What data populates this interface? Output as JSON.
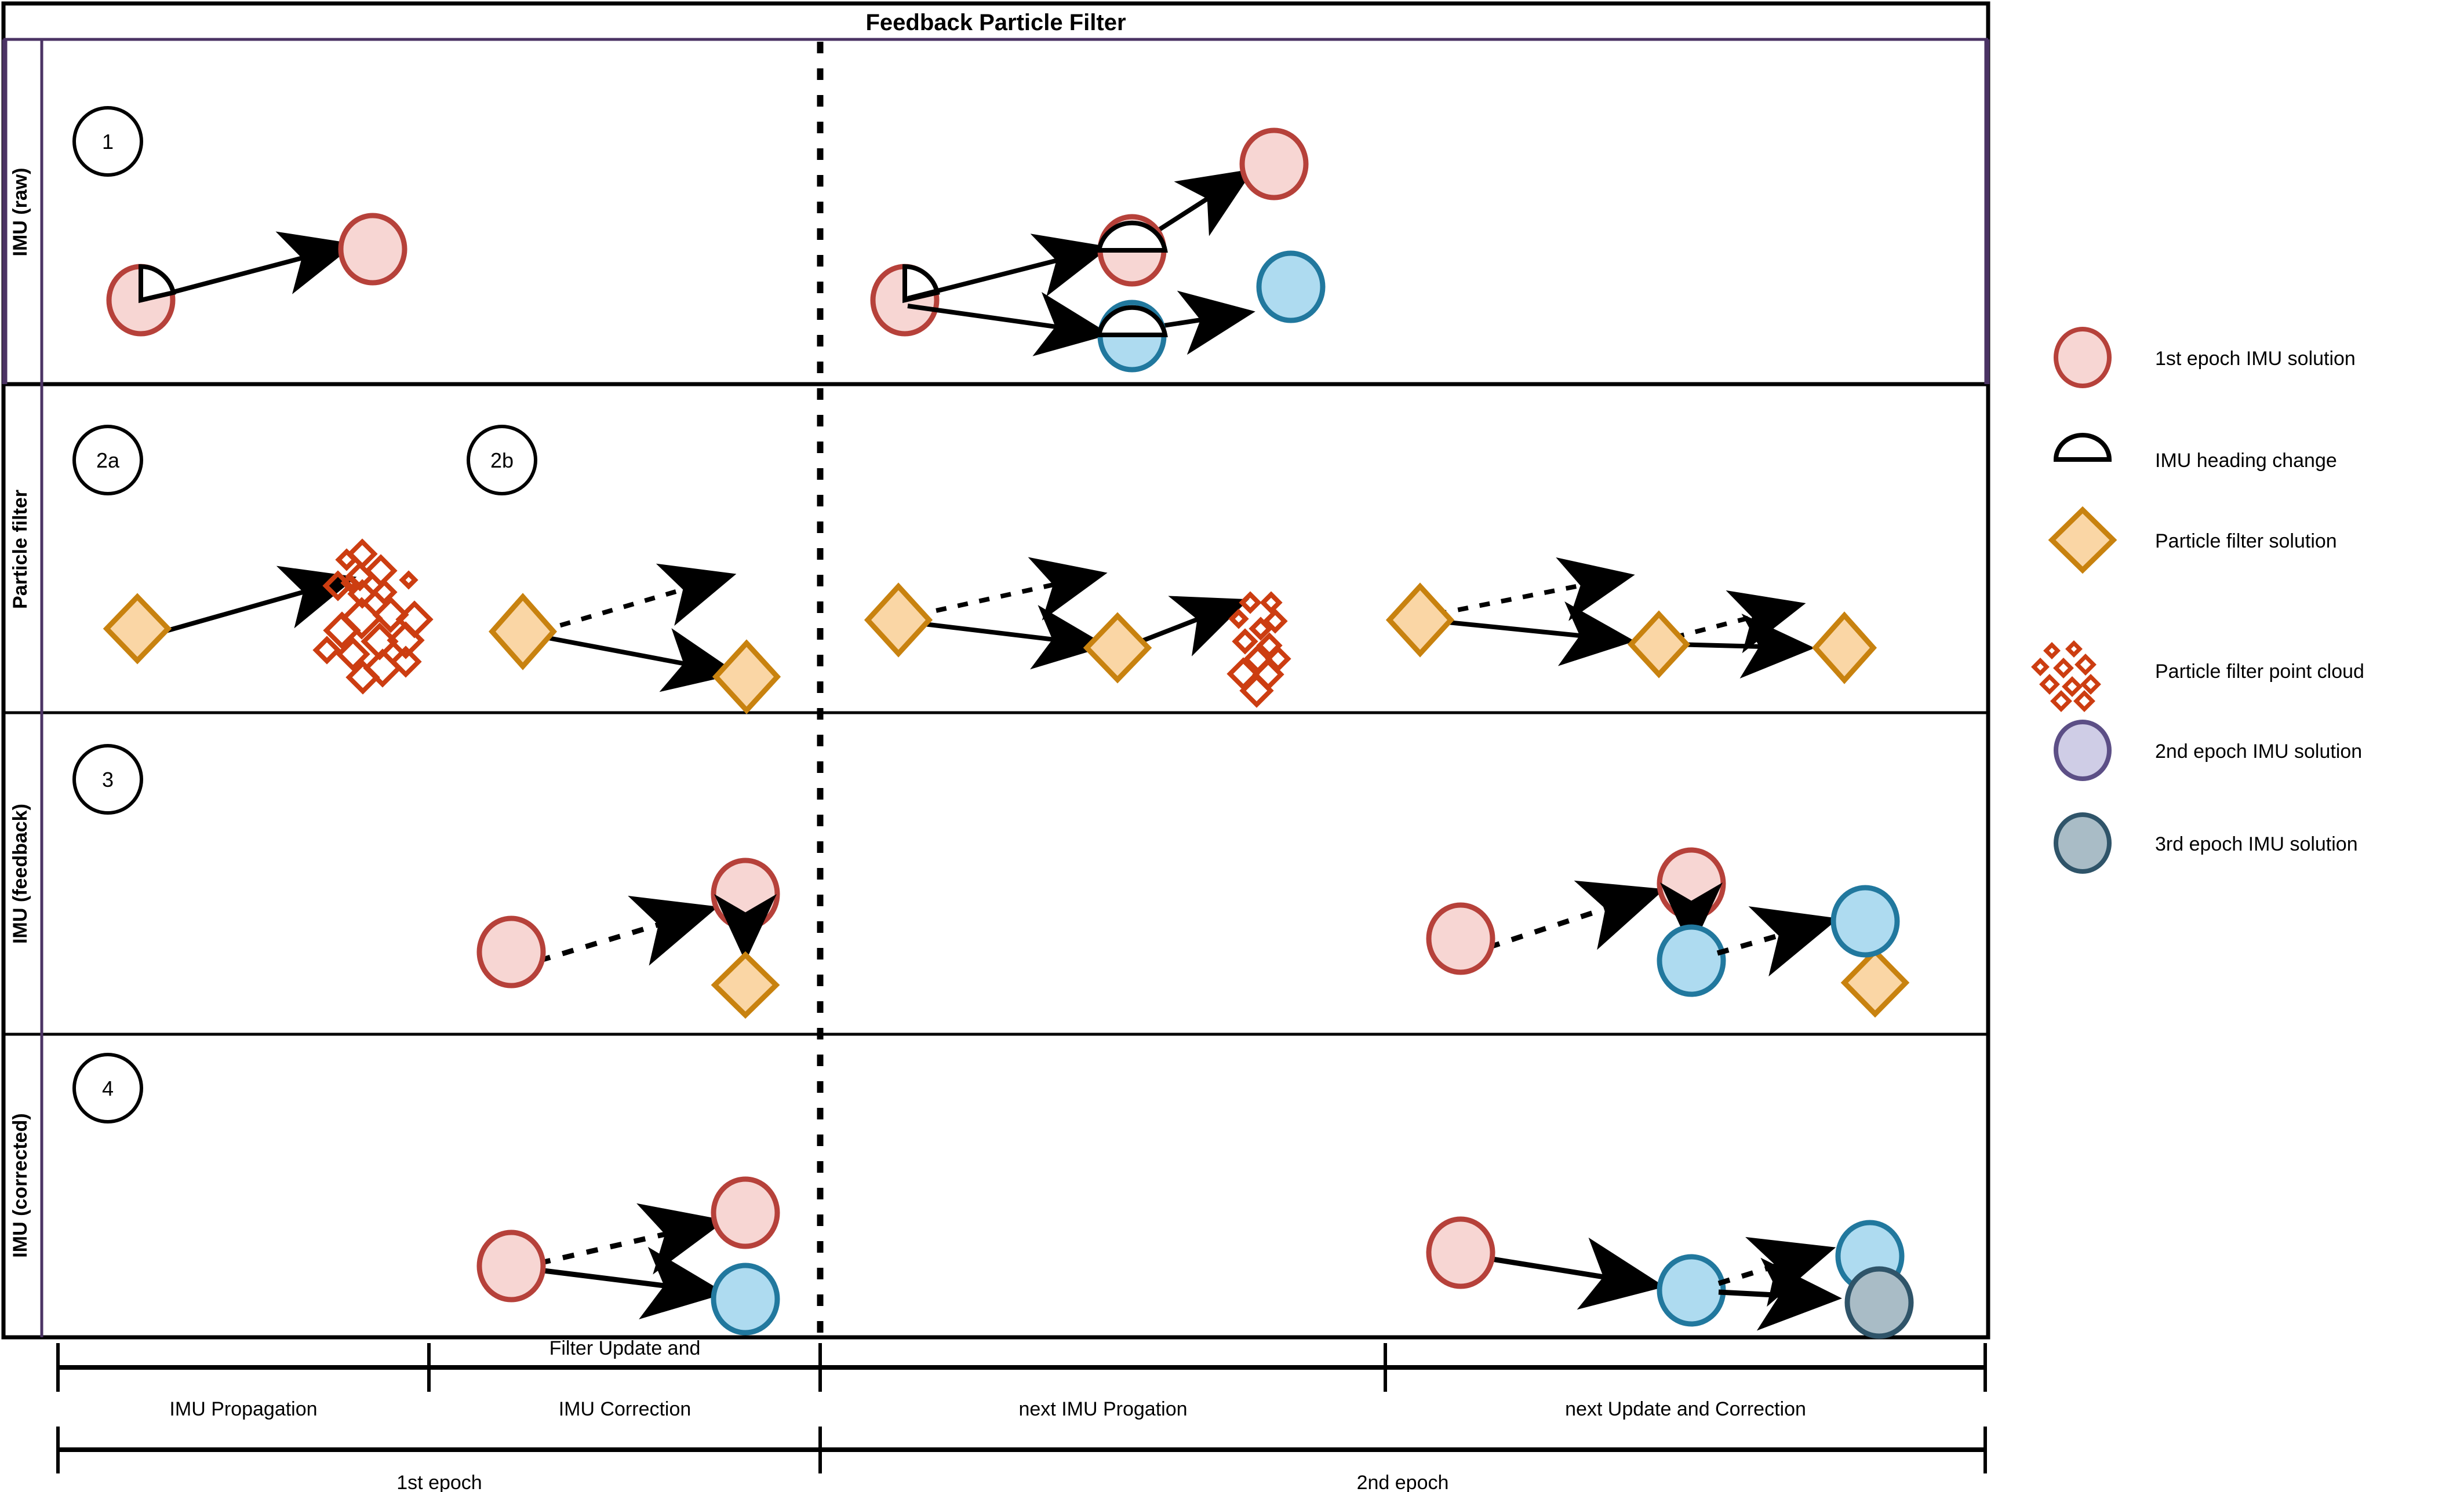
{
  "title": "Feedback Particle Filter",
  "rows": [
    {
      "id": "imu-raw",
      "label": "IMU (raw)",
      "step_badges": [
        "1"
      ]
    },
    {
      "id": "particle-filter",
      "label": "Particle filter",
      "step_badges": [
        "2a",
        "2b"
      ]
    },
    {
      "id": "imu-feedback",
      "label": "IMU (feedback)",
      "step_badges": [
        "3"
      ]
    },
    {
      "id": "imu-corrected",
      "label": "IMU (corrected)",
      "step_badges": [
        "4"
      ]
    }
  ],
  "phase_axis": {
    "labels": [
      {
        "line1": "IMU Propagation",
        "line2": ""
      },
      {
        "line1": "Filter Update and",
        "line2": "IMU Correction"
      },
      {
        "line1": "next IMU Progation",
        "line2": ""
      },
      {
        "line1": "next Update and Correction",
        "line2": ""
      }
    ]
  },
  "epoch_axis": {
    "labels": [
      "1st epoch",
      "2nd epoch"
    ]
  },
  "legend": {
    "items": [
      {
        "icon": "circle-pink",
        "label": "1st epoch IMU solution"
      },
      {
        "icon": "heading-arc",
        "label": "IMU heading change"
      },
      {
        "icon": "diamond-orange",
        "label": "Particle filter solution"
      },
      {
        "icon": "point-cloud",
        "label": "Particle filter point cloud"
      },
      {
        "icon": "circle-purple",
        "label": "2nd epoch IMU solution"
      },
      {
        "icon": "circle-gray",
        "label": "3rd epoch IMU solution"
      }
    ]
  },
  "colors": {
    "pink_fill": "#f7d6d3",
    "pink_stroke": "#b6413a",
    "blue_fill": "#aedbf0",
    "blue_stroke": "#21789e",
    "orange_fill": "#fad6a5",
    "orange_stroke": "#c8820f",
    "cloud_red": "#cc3d11",
    "purple_fill": "#cfcde6",
    "purple_stroke": "#5c4f86",
    "gray_fill": "#a9bcc6",
    "gray_stroke": "#2f5469",
    "row1_border": "#4b3364",
    "frame": "#000000"
  }
}
